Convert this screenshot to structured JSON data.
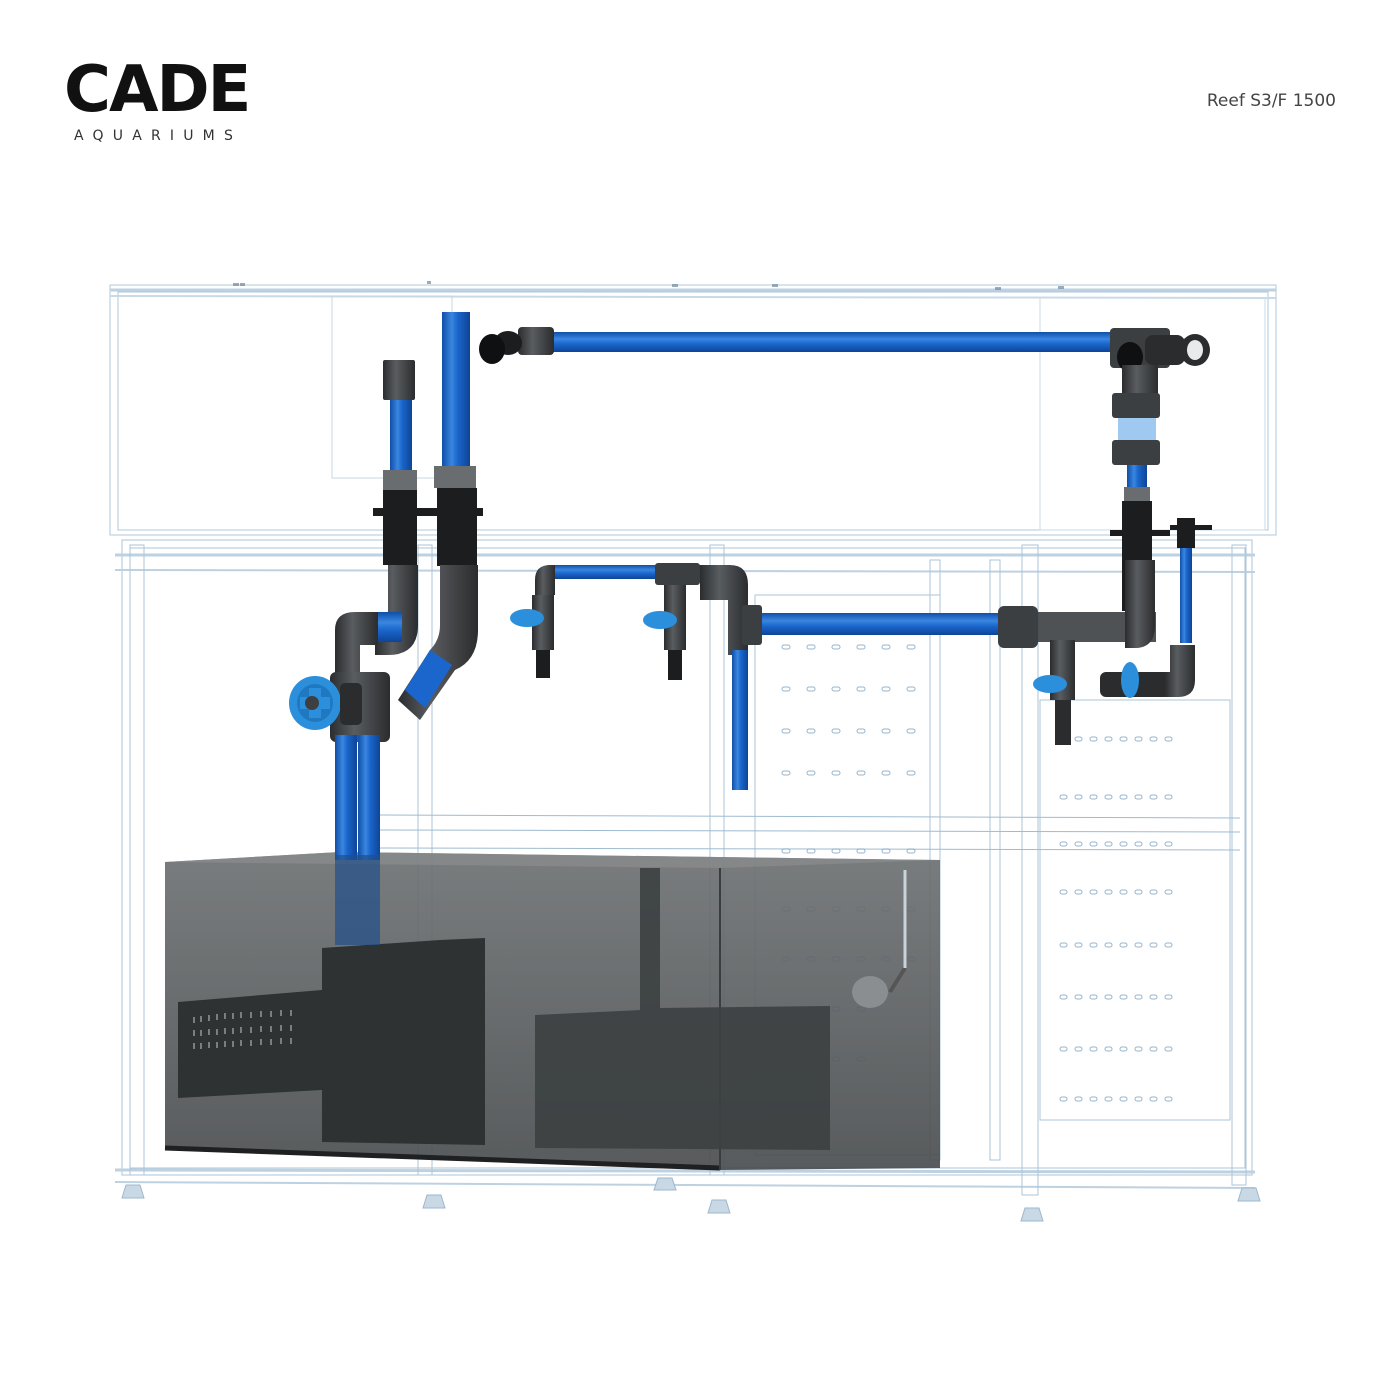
{
  "brand": {
    "name": "CADE",
    "tagline": "AQUARIUMS"
  },
  "product": {
    "model_label": "Reef S3/F 1500"
  },
  "render": {
    "subject": "aquarium-cabinet-plumbing-wireframe",
    "colors": {
      "pipe_blue": "#1a66cc",
      "pipe_blue_light": "#3a86e0",
      "fitting_dark": "#3c3f42",
      "fitting_black": "#1c1d1f",
      "valve_handle": "#2b8fdb",
      "wireframe": "#9dbbd3",
      "sump_glass": "#5e6163",
      "sump_baffle": "#2e3233"
    }
  }
}
